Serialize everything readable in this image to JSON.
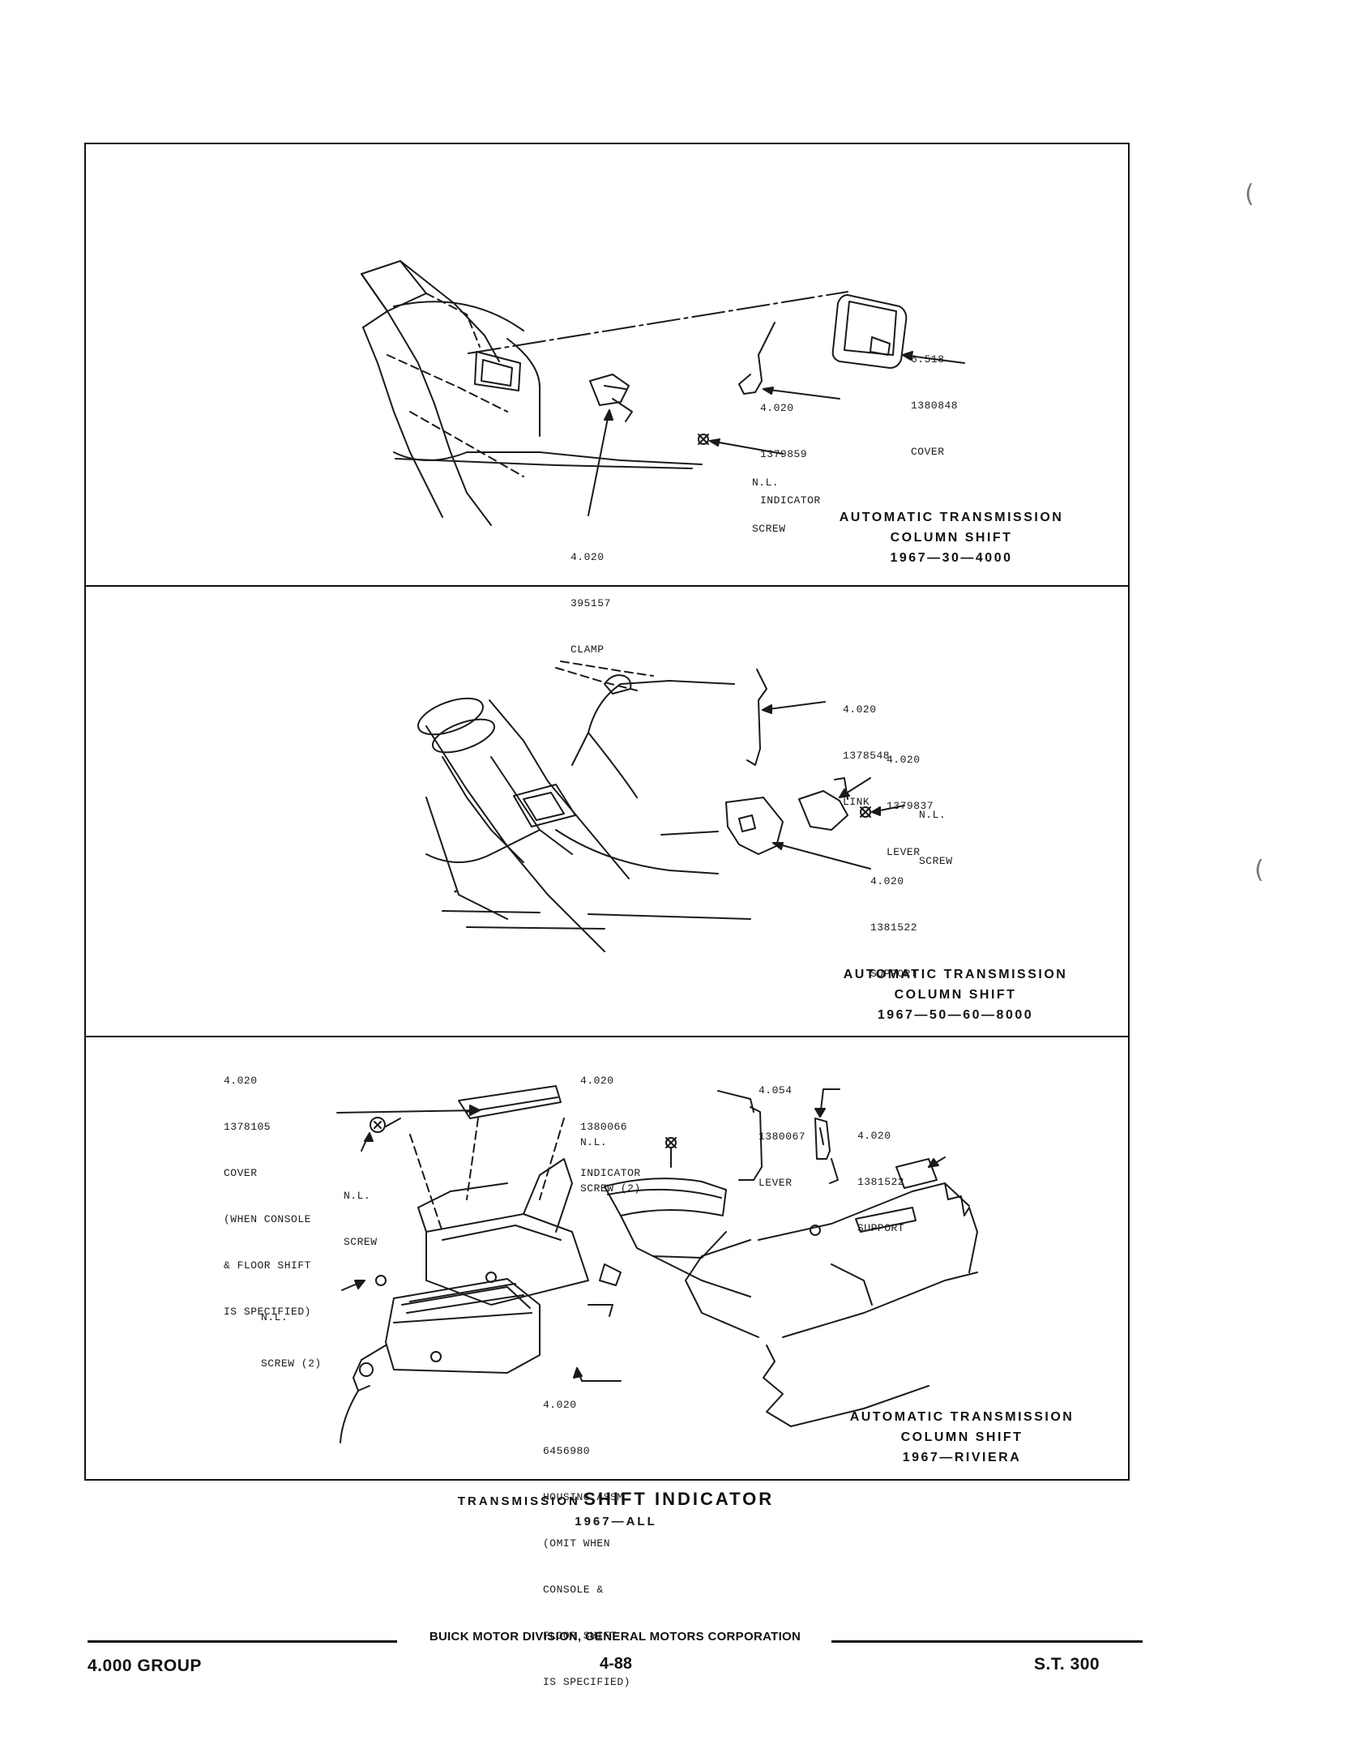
{
  "panel1": {
    "callouts": {
      "cover": [
        "6.518",
        "1380848",
        "COVER"
      ],
      "indicator": [
        "4.020",
        "1379859",
        "INDICATOR"
      ],
      "screw": [
        "N.L.",
        "SCREW"
      ],
      "clamp": [
        "4.020",
        "395157",
        "CLAMP"
      ]
    },
    "caption": [
      "AUTOMATIC TRANSMISSION",
      "COLUMN SHIFT",
      "1967—30—4000"
    ]
  },
  "panel2": {
    "callouts": {
      "link": [
        "4.020",
        "1378548",
        "LINK"
      ],
      "lever": [
        "4.020",
        "1379837",
        "LEVER"
      ],
      "screw": [
        "N.L.",
        "SCREW"
      ],
      "support": [
        "4.020",
        "1381522",
        "SUPPORT"
      ]
    },
    "caption": [
      "AUTOMATIC TRANSMISSION",
      "COLUMN SHIFT",
      "1967—50—60—8000"
    ]
  },
  "panel3": {
    "callouts": {
      "cover": [
        "4.020",
        "1378105",
        "COVER",
        "(WHEN CONSOLE",
        "& FLOOR SHIFT",
        "IS SPECIFIED)"
      ],
      "indicator": [
        "4.020",
        "1380066",
        "INDICATOR"
      ],
      "lever": [
        "4.054",
        "1380067",
        "LEVER"
      ],
      "screw_left": [
        "N.L.",
        "SCREW"
      ],
      "screw_middle": [
        "N.L.",
        "SCREW (2)"
      ],
      "support": [
        "4.020",
        "1381522",
        "SUPPORT"
      ],
      "screw_lower": [
        "N.L.",
        "SCREW (2)"
      ],
      "housing": [
        "4.020",
        "6456980",
        "HOUSING ASSM.",
        "(OMIT WHEN",
        "CONSOLE &",
        "FLOOR SHIFT",
        "IS SPECIFIED)"
      ]
    },
    "caption": [
      "AUTOMATIC TRANSMISSION",
      "COLUMN SHIFT",
      "1967—RIVIERA"
    ]
  },
  "page_title": {
    "small": "TRANSMISSION",
    "large": "SHIFT INDICATOR",
    "sub": "1967—ALL"
  },
  "footer": {
    "center": "BUICK MOTOR DIVISION, GENERAL MOTORS CORPORATION",
    "group": "4.000 GROUP",
    "page": "4-88",
    "ref": "S.T. 300"
  }
}
